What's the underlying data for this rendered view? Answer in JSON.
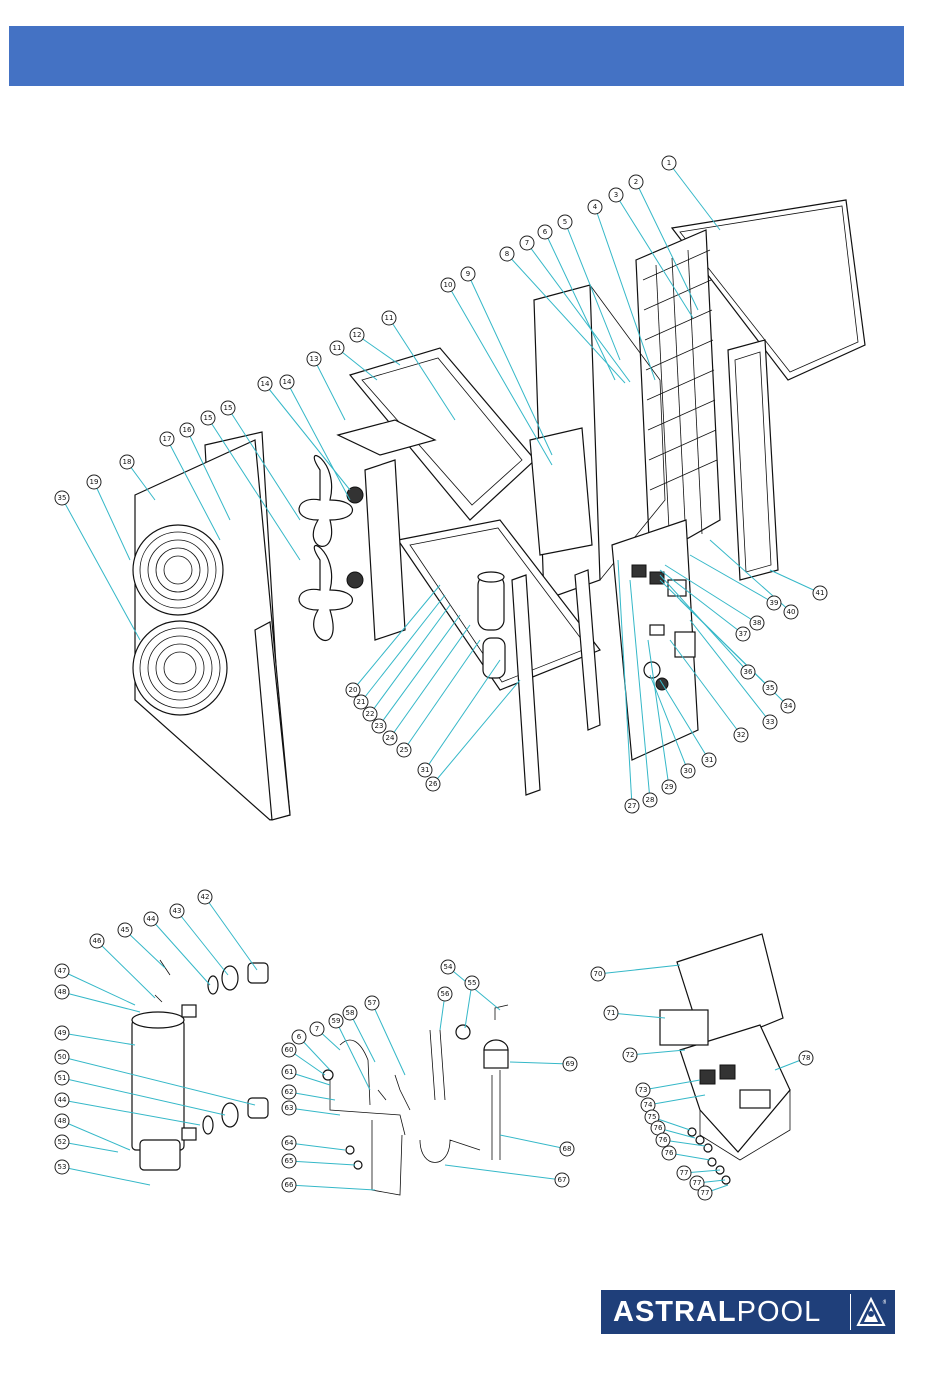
{
  "brand": {
    "logo_text_bold": "ASTRAL",
    "logo_text_light": "POOL",
    "registered_mark": "®",
    "logo_color": "#1f3f7a"
  },
  "header": {
    "bar_color": "#4472c4"
  },
  "callouts": [
    {
      "label": "1"
    },
    {
      "label": "2"
    },
    {
      "label": "3"
    },
    {
      "label": "4"
    },
    {
      "label": "5"
    },
    {
      "label": "6"
    },
    {
      "label": "7"
    },
    {
      "label": "8"
    },
    {
      "label": "9"
    },
    {
      "label": "10"
    },
    {
      "label": "11"
    },
    {
      "label": "12"
    },
    {
      "label": "11"
    },
    {
      "label": "13"
    },
    {
      "label": "14"
    },
    {
      "label": "14"
    },
    {
      "label": "15"
    },
    {
      "label": "15"
    },
    {
      "label": "16"
    },
    {
      "label": "17"
    },
    {
      "label": "18"
    },
    {
      "label": "19"
    },
    {
      "label": "35"
    },
    {
      "label": "20"
    },
    {
      "label": "21"
    },
    {
      "label": "22"
    },
    {
      "label": "23"
    },
    {
      "label": "24"
    },
    {
      "label": "25"
    },
    {
      "label": "31"
    },
    {
      "label": "26"
    },
    {
      "label": "27"
    },
    {
      "label": "28"
    },
    {
      "label": "29"
    },
    {
      "label": "30"
    },
    {
      "label": "31"
    },
    {
      "label": "32"
    },
    {
      "label": "33"
    },
    {
      "label": "34"
    },
    {
      "label": "35"
    },
    {
      "label": "36"
    },
    {
      "label": "37"
    },
    {
      "label": "38"
    },
    {
      "label": "39"
    },
    {
      "label": "40"
    },
    {
      "label": "41"
    },
    {
      "label": "42"
    },
    {
      "label": "43"
    },
    {
      "label": "44"
    },
    {
      "label": "45"
    },
    {
      "label": "46"
    },
    {
      "label": "47"
    },
    {
      "label": "48"
    },
    {
      "label": "49"
    },
    {
      "label": "50"
    },
    {
      "label": "51"
    },
    {
      "label": "44"
    },
    {
      "label": "48"
    },
    {
      "label": "52"
    },
    {
      "label": "53"
    },
    {
      "label": "54"
    },
    {
      "label": "55"
    },
    {
      "label": "56"
    },
    {
      "label": "57"
    },
    {
      "label": "58"
    },
    {
      "label": "59"
    },
    {
      "label": "7"
    },
    {
      "label": "6"
    },
    {
      "label": "60"
    },
    {
      "label": "61"
    },
    {
      "label": "62"
    },
    {
      "label": "63"
    },
    {
      "label": "64"
    },
    {
      "label": "65"
    },
    {
      "label": "66"
    },
    {
      "label": "67"
    },
    {
      "label": "68"
    },
    {
      "label": "69"
    },
    {
      "label": "70"
    },
    {
      "label": "71"
    },
    {
      "label": "72"
    },
    {
      "label": "73"
    },
    {
      "label": "74"
    },
    {
      "label": "75"
    },
    {
      "label": "76"
    },
    {
      "label": "76"
    },
    {
      "label": "76"
    },
    {
      "label": "77"
    },
    {
      "label": "77"
    },
    {
      "label": "77"
    },
    {
      "label": "78"
    }
  ]
}
